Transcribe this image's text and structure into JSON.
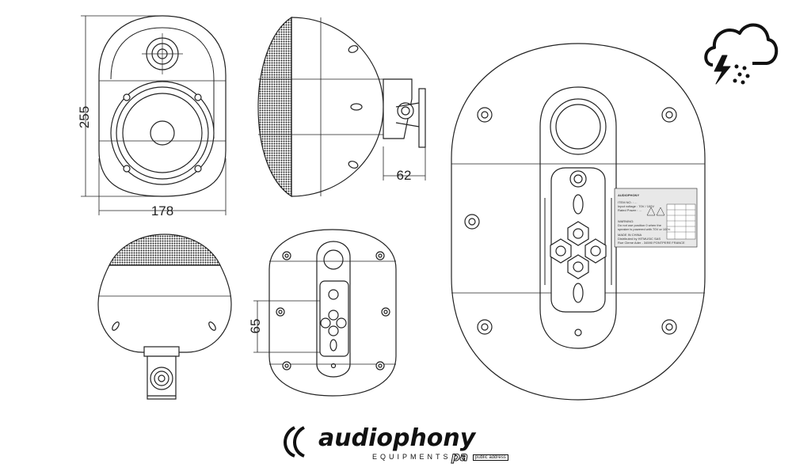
{
  "dimensions": {
    "width_label": "178",
    "height_label": "255",
    "depth_label": "62",
    "bracket_label": "65"
  },
  "brand": {
    "name": "audiophony",
    "sub": "EQUIPMENTS",
    "pa": "pa",
    "pa_sub": "public address"
  },
  "label_plate": {
    "brand": "AUDIOPHONY",
    "lines": [
      "ITEM NO. : ...",
      "Input voltage : 70V / 100V",
      "Rated Power : ...",
      "WARNING:",
      "Do not use position 0 when the",
      "speaker is powered with 70V or 100V.",
      "MADE IN CHINA",
      "Distributed by HITMUSIC SAS",
      "Rue Cleme Ader - 34590 PONTPERE FRANCE"
    ]
  },
  "icons": {
    "weather": "storm-rain-icon"
  }
}
